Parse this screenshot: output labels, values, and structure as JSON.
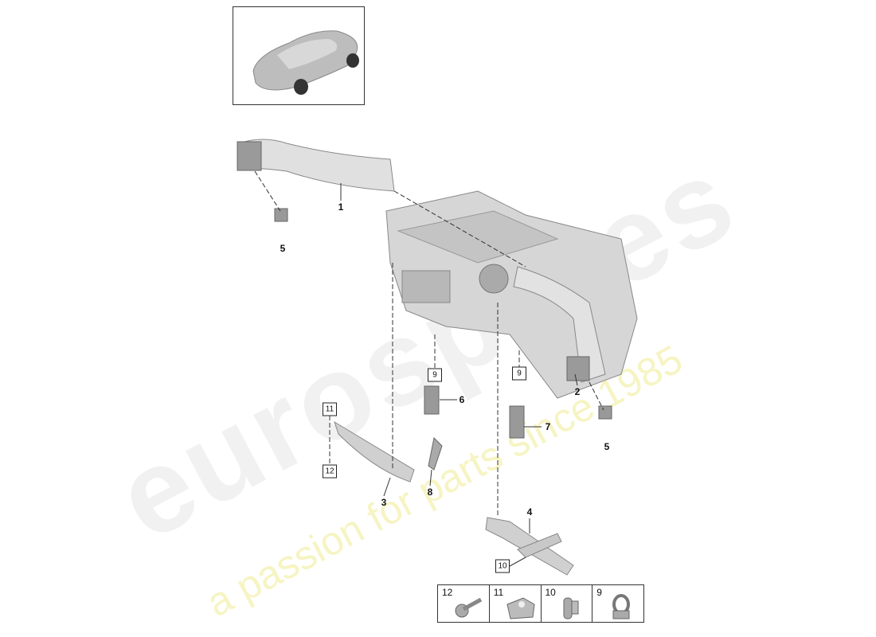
{
  "watermark": {
    "brand": "eurospares",
    "tagline": "a passion for parts since 1985"
  },
  "callouts": {
    "p1": "1",
    "p2": "2",
    "p3": "3",
    "p4": "4",
    "p5a": "5",
    "p5b": "5",
    "p6": "6",
    "p7": "7",
    "p8": "8"
  },
  "boxed_callouts": {
    "b9a": "9",
    "b9b": "9",
    "b10": "10",
    "b11": "11",
    "b12": "12"
  },
  "legend": [
    {
      "number": "12",
      "part": "screw-icon"
    },
    {
      "number": "11",
      "part": "clip-nut-icon"
    },
    {
      "number": "10",
      "part": "clip-icon"
    },
    {
      "number": "9",
      "part": "clamp-icon"
    }
  ]
}
